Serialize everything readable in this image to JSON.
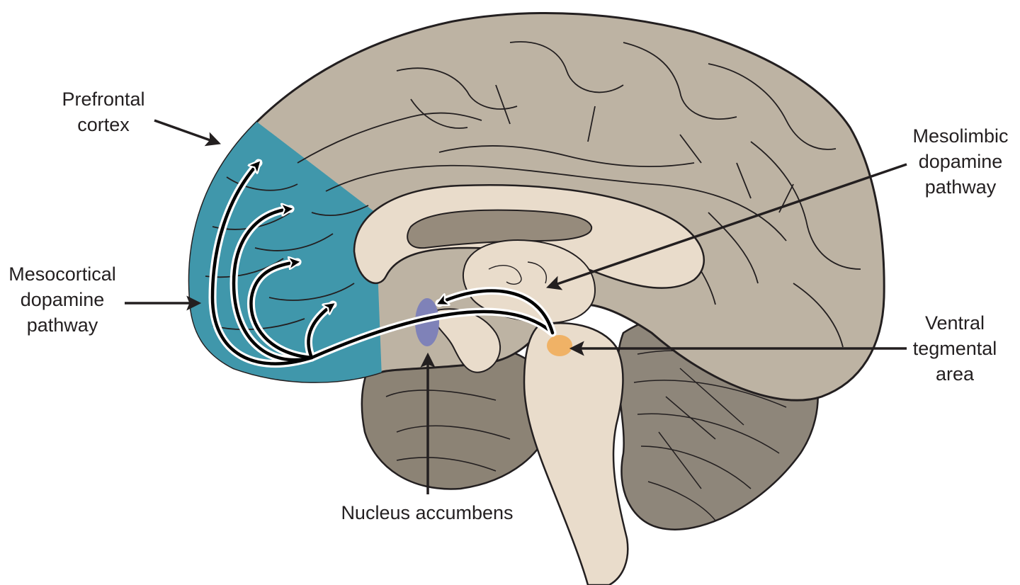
{
  "labels": {
    "prefrontal_cortex": [
      "Prefrontal",
      "cortex"
    ],
    "mesocortical_pathway": [
      "Mesocortical",
      "dopamine",
      "pathway"
    ],
    "mesolimbic_pathway": [
      "Mesolimbic",
      "dopamine",
      "pathway"
    ],
    "ventral_tegmental_area": [
      "Ventral",
      "tegmental",
      "area"
    ],
    "nucleus_accumbens": [
      "Nucleus accumbens"
    ]
  },
  "colors": {
    "cortex": "#bdb3a3",
    "cortex_dark": "#8c8375",
    "prefrontal_highlight": "#4097ab",
    "inner_structures": "#e9dccb",
    "ventricle": "#968b7c",
    "cerebellum": "#8e867a",
    "nucleus_accumbens": "#7f82b8",
    "ventral_tegmental_area": "#f0b266",
    "outline": "#231f20",
    "arrow": "#000000",
    "arrow_halo": "#ffffff"
  }
}
